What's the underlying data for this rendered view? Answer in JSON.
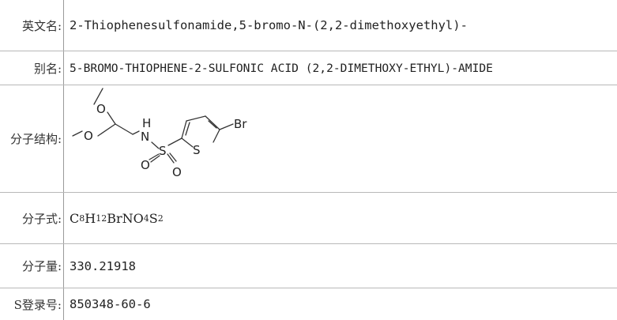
{
  "rows": {
    "english_name": {
      "label": "英文名:",
      "value": "2-Thiophenesulfonamide,5-bromo-N-(2,2-dimethoxyethyl)-"
    },
    "alias": {
      "label": "别名:",
      "value": "5-BROMO-THIOPHENE-2-SULFONIC ACID (2,2-DIMETHOXY-ETHYL)-AMIDE"
    },
    "structure": {
      "label": "分子结构:",
      "atoms": {
        "o_top": "O",
        "o_left": "O",
        "h": "H",
        "n": "N",
        "s_sulfonyl": "S",
        "s_ring": "S",
        "br": "Br",
        "o_sulfonyl_left": "O",
        "o_sulfonyl_right": "O"
      }
    },
    "formula": {
      "label": "分子式:",
      "parts": [
        "C",
        "8",
        "H",
        "12",
        "BrNO",
        "4",
        "S",
        "2"
      ]
    },
    "weight": {
      "label": "分子量:",
      "value": "330.21918"
    },
    "cas": {
      "label": "S登录号:",
      "value": "850348-60-6"
    }
  }
}
